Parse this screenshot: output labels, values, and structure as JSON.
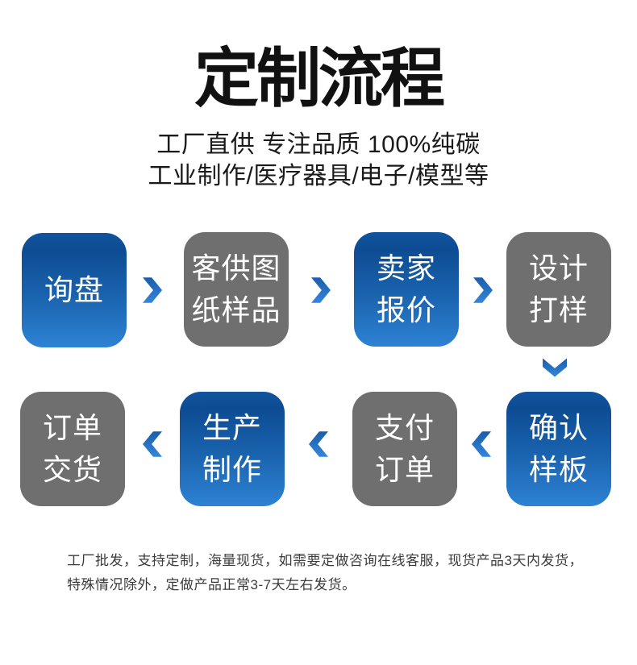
{
  "header": {
    "title": "定制流程",
    "subtitle_line1": "工厂直供 专注品质 100%纯碳",
    "subtitle_line2": "工业制作/医疗器具/电子/模型等"
  },
  "flow": {
    "row1": [
      {
        "label": [
          "询盘"
        ],
        "color": "blue"
      },
      {
        "label": [
          "客供图",
          "纸样品"
        ],
        "color": "gray"
      },
      {
        "label": [
          "卖家",
          "报价"
        ],
        "color": "blue"
      },
      {
        "label": [
          "设计",
          "打样"
        ],
        "color": "gray"
      }
    ],
    "row2": [
      {
        "label": [
          "订单",
          "交货"
        ],
        "color": "gray"
      },
      {
        "label": [
          "生产",
          "制作"
        ],
        "color": "blue"
      },
      {
        "label": [
          "支付",
          "订单"
        ],
        "color": "gray"
      },
      {
        "label": [
          "确认",
          "样板"
        ],
        "color": "blue"
      }
    ],
    "arrows": {
      "row1_direction": "right",
      "row2_direction": "left",
      "connector_direction": "down"
    }
  },
  "footer": {
    "note_line1": "工厂批发，支持定制，海量现货，如需要定做咨询在线客服，现货产品3天内发货，",
    "note_line2": "特殊情况除外，定做产品正常3-7天左右发货。"
  },
  "colors": {
    "box_blue_gradient_top": "#0d4c93",
    "box_blue_gradient_bottom": "#2e82d4",
    "box_gray": "#6f6f6f",
    "arrow_blue_dark": "#1a5dab",
    "arrow_blue_light": "#3486da",
    "box_text": "#ffffff",
    "title_text": "#111111",
    "note_text": "#3b3b3b",
    "background": "#ffffff"
  }
}
